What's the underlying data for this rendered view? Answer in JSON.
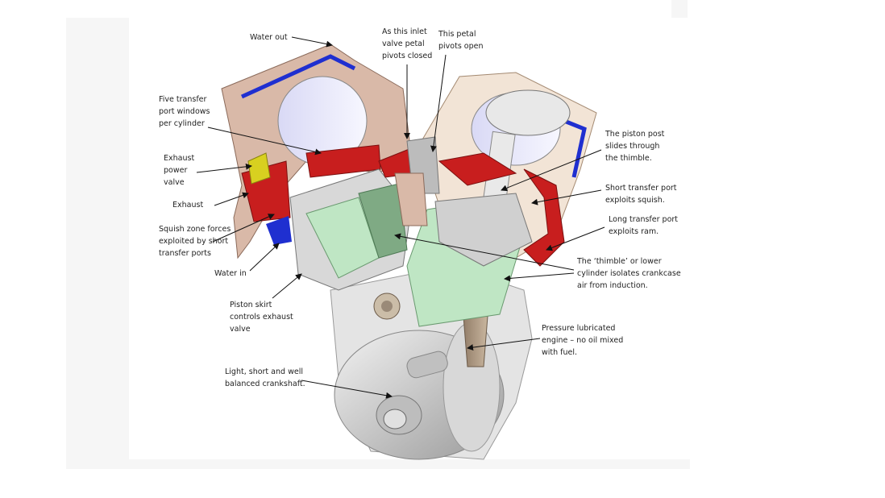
{
  "labels": {
    "water_out": "Water out",
    "inlet_petal_closed": "As this inlet\nvalve petal\npivots closed",
    "petal_open": "This petal\npivots open",
    "transfer_windows": "Five transfer\nport windows\nper cylinder",
    "exhaust_power_valve": "Exhaust\npower\nvalve",
    "exhaust": "Exhaust",
    "squish_zone": "Squish zone forces\nexploited by short\ntransfer ports",
    "water_in": "Water in",
    "piston_skirt": "Piston skirt\ncontrols exhaust\nvalve",
    "crankshaft": "Light, short and well\nbalanced crankshaft.",
    "piston_post": "The piston post\nslides through\nthe thimble.",
    "short_transfer": "Short transfer port\nexploits squish.",
    "long_transfer": "Long transfer port\nexploits ram.",
    "thimble": "The ‘thimble’ or lower\ncylinder isolates crankcase\nair from induction.",
    "pressure_lube": "Pressure lubricated\nengine – no oil mixed\nwith fuel."
  },
  "colors": {
    "cooling_casting": "#d9b9a8",
    "transfer_ports": "#c81e1e",
    "thimble": "#bfe6c4",
    "water_channels": "#1f2fd0",
    "power_valve": "#d8d020",
    "metal": "#cfcfcf"
  }
}
